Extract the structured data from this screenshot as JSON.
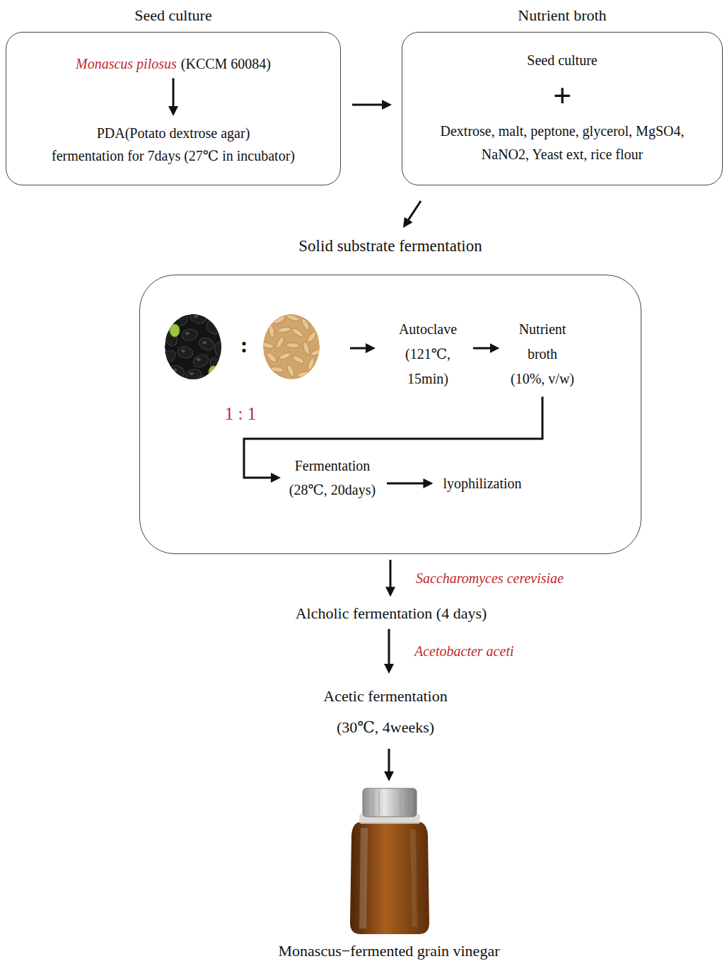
{
  "diagram": {
    "nodes": [
      {
        "text": [
          "Seed culture"
        ]
      },
      {
        "text": [
          "Monascus pilosus",
          "(KCCM 60084)"
        ],
        "in": 0
      },
      {
        "text": [
          "PDA(Potato dextrose agar)",
          "fermentation for 7days (27℃ in incubator)"
        ],
        "in": 0
      },
      {
        "text": [
          "Nutrient broth",
          "Seed culture",
          "+",
          "Dextrose, malt, peptone, glycerol, MgSO4, NaNO2, Yeast ext, rice flour"
        ]
      },
      {
        "text": [
          "Solid substrate fermentation"
        ]
      },
      {
        "text": [
          "Autoclave (121℃, 15min)"
        ],
        "in": 4
      },
      {
        "text": [
          "Nutrient broth (10%, v/w)"
        ],
        "in": 4
      },
      {
        "text": [
          "Fermentation (28℃, 20days)"
        ],
        "in": 4
      },
      {
        "text": [
          "lyophilization"
        ],
        "in": 4
      },
      {
        "text": [
          "Alcholic fermentation (4 days)"
        ]
      },
      {
        "text": [
          "Acetic fermentation (30℃, 4weeks)"
        ]
      },
      {
        "text": [
          "Monascus−fermented grain vinegar"
        ]
      }
    ],
    "edges": [
      {
        "from": 1,
        "to": 2,
        "arrow": "to"
      },
      {
        "from": 0,
        "to": 3,
        "arrow": "to"
      },
      {
        "from": 3,
        "to": 4,
        "arrow": "to"
      },
      {
        "from": 5,
        "to": 6,
        "arrow": "to"
      },
      {
        "from": 6,
        "to": 7,
        "arrow": "to"
      },
      {
        "from": 7,
        "to": 8,
        "arrow": "to"
      },
      {
        "from": 4,
        "to": 9,
        "arrow": "to",
        "label": "Saccharomyces cerevisiae"
      },
      {
        "from": 9,
        "to": 10,
        "arrow": "to",
        "label": "Acetobacter aceti"
      },
      {
        "from": 10,
        "to": 11,
        "arrow": "to"
      }
    ],
    "labels": [
      ":",
      "1 : 1"
    ]
  }
}
